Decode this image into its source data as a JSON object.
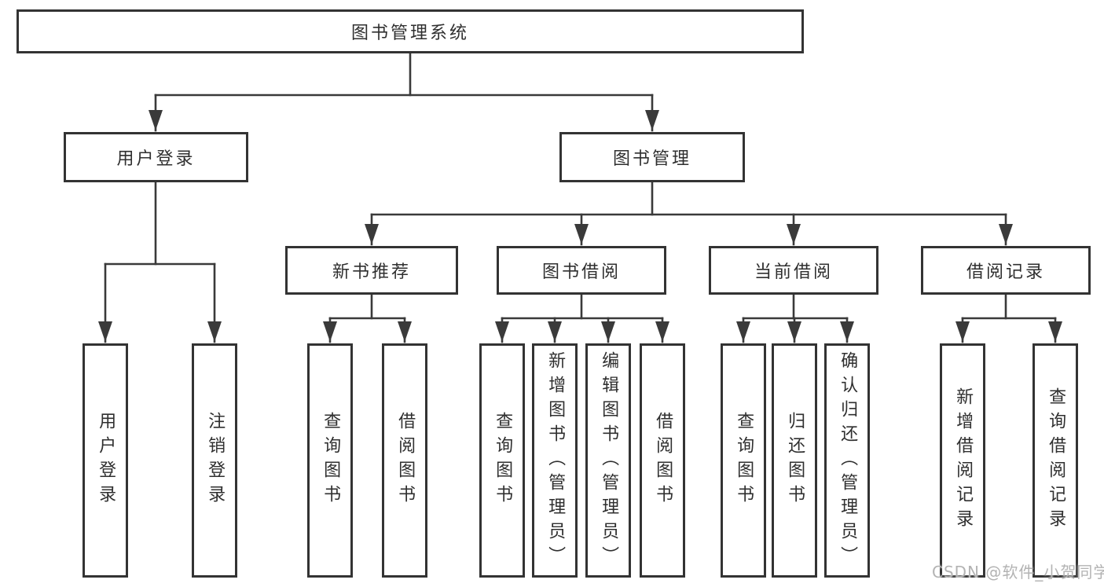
{
  "diagram_title": "图书管理系统",
  "tree": {
    "label": "图书管理系统",
    "children": [
      {
        "label": "用户登录",
        "children": [
          {
            "label": "用户登录"
          },
          {
            "label": "注销登录"
          }
        ]
      },
      {
        "label": "图书管理",
        "children": [
          {
            "label": "新书推荐",
            "children": [
              {
                "label": "查询图书"
              },
              {
                "label": "借阅图书"
              }
            ]
          },
          {
            "label": "图书借阅",
            "children": [
              {
                "label": "查询图书"
              },
              {
                "label": "新增图书（管理员）"
              },
              {
                "label": "编辑图书（管理员）"
              },
              {
                "label": "借阅图书"
              }
            ]
          },
          {
            "label": "当前借阅",
            "children": [
              {
                "label": "查询图书"
              },
              {
                "label": "归还图书"
              },
              {
                "label": "确认归还（管理员）"
              }
            ]
          },
          {
            "label": "借阅记录",
            "children": [
              {
                "label": "新增借阅记录"
              },
              {
                "label": "查询借阅记录"
              }
            ]
          }
        ]
      }
    ]
  },
  "watermark": {
    "text": "CSDN @软件_小贺同学"
  },
  "colors": {
    "box_border": "#333333",
    "connector_line": "#3a3a3a",
    "box_fill": "#ffffff",
    "text": "#2f2f2f",
    "watermark": "#b3b3b3",
    "background": "#ffffff"
  }
}
